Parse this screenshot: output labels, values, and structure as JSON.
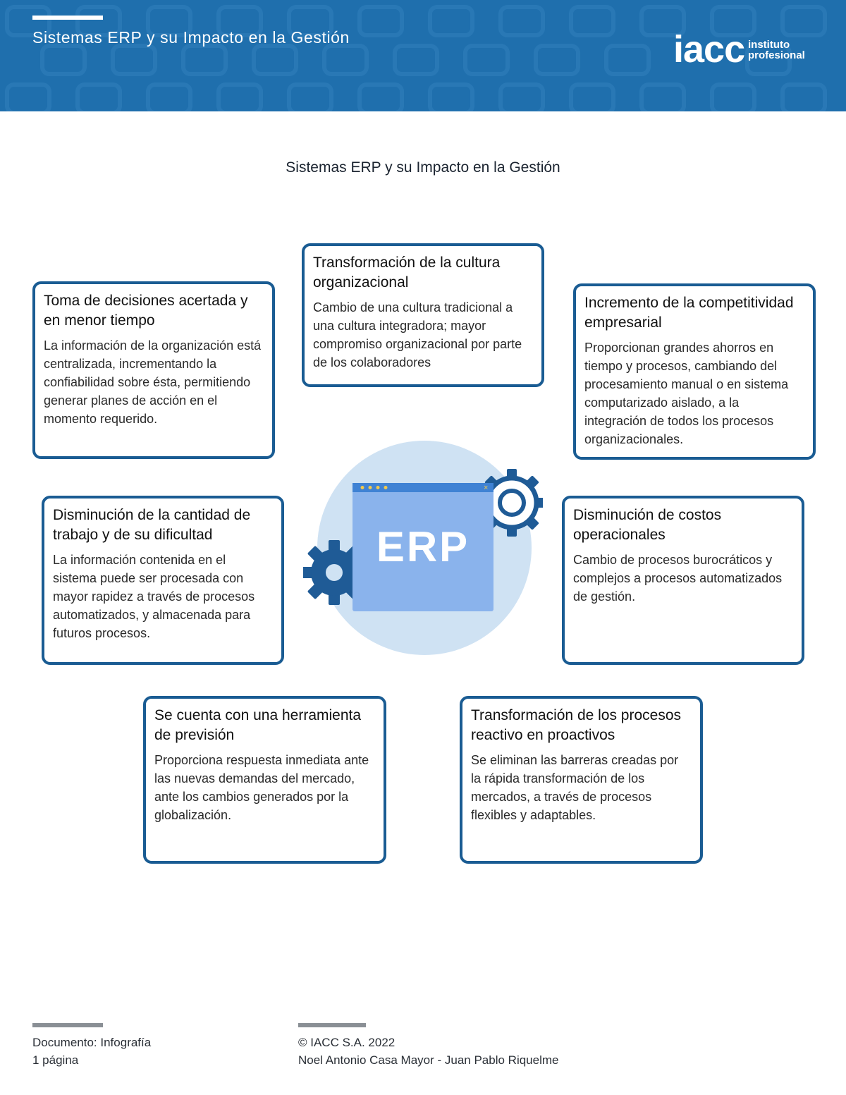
{
  "header": {
    "title": "Sistemas ERP y su Impacto en la Gestión",
    "logo_main": "iacc",
    "logo_sub": "instituto\nprofesional",
    "color": "#1f6fad"
  },
  "document_title": "Sistemas ERP y su Impacto en la Gestión",
  "center": {
    "label": "ERP"
  },
  "boxes": [
    {
      "title": "Transformación de la cultura organizacional",
      "text": "Cambio de una cultura tradicional a una cultura integradora; mayor compromiso organizacional por parte de los colaboradores"
    },
    {
      "title": "Toma de decisiones acertada y en menor tiempo",
      "text": "La información de la organización está centralizada, incrementando la confiabilidad sobre ésta, permitiendo generar planes de acción en el momento requerido."
    },
    {
      "title": "Incremento de la competitividad empresarial",
      "text": "Proporcionan grandes ahorros en tiempo y procesos, cambiando del procesamiento manual o en sistema computarizado aislado, a la integración de todos los procesos organizacionales."
    },
    {
      "title": "Disminución de la cantidad de trabajo y de su dificultad",
      "text": "La información contenida en el sistema puede ser procesada con mayor rapidez a través de procesos automatizados, y almacenada para futuros procesos."
    },
    {
      "title": "Disminución de costos operacionales",
      "text": "Cambio de procesos burocráticos y complejos a procesos automatizados de gestión."
    },
    {
      "title": "Se cuenta con una herramienta de previsión",
      "text": "Proporciona respuesta inmediata ante las nuevas demandas del mercado, ante los cambios generados por la globalización."
    },
    {
      "title": "Transformación de los procesos reactivo en proactivos",
      "text": "Se eliminan las barreras creadas por la rápida transformación de los mercados, a través de procesos flexibles y adaptables."
    }
  ],
  "footer": {
    "left_line1": "Documento: Infografía",
    "left_line2": "1 página",
    "right_line1": "© IACC S.A. 2022",
    "right_line2": "Noel Antonio Casa Mayor - Juan Pablo Riquelme"
  },
  "colors": {
    "box_border": "#1a5c93",
    "circle": "#cfe2f3",
    "window": "#8ab3ec",
    "window_bar": "#3f82d4",
    "gear": "#1f5b96"
  }
}
